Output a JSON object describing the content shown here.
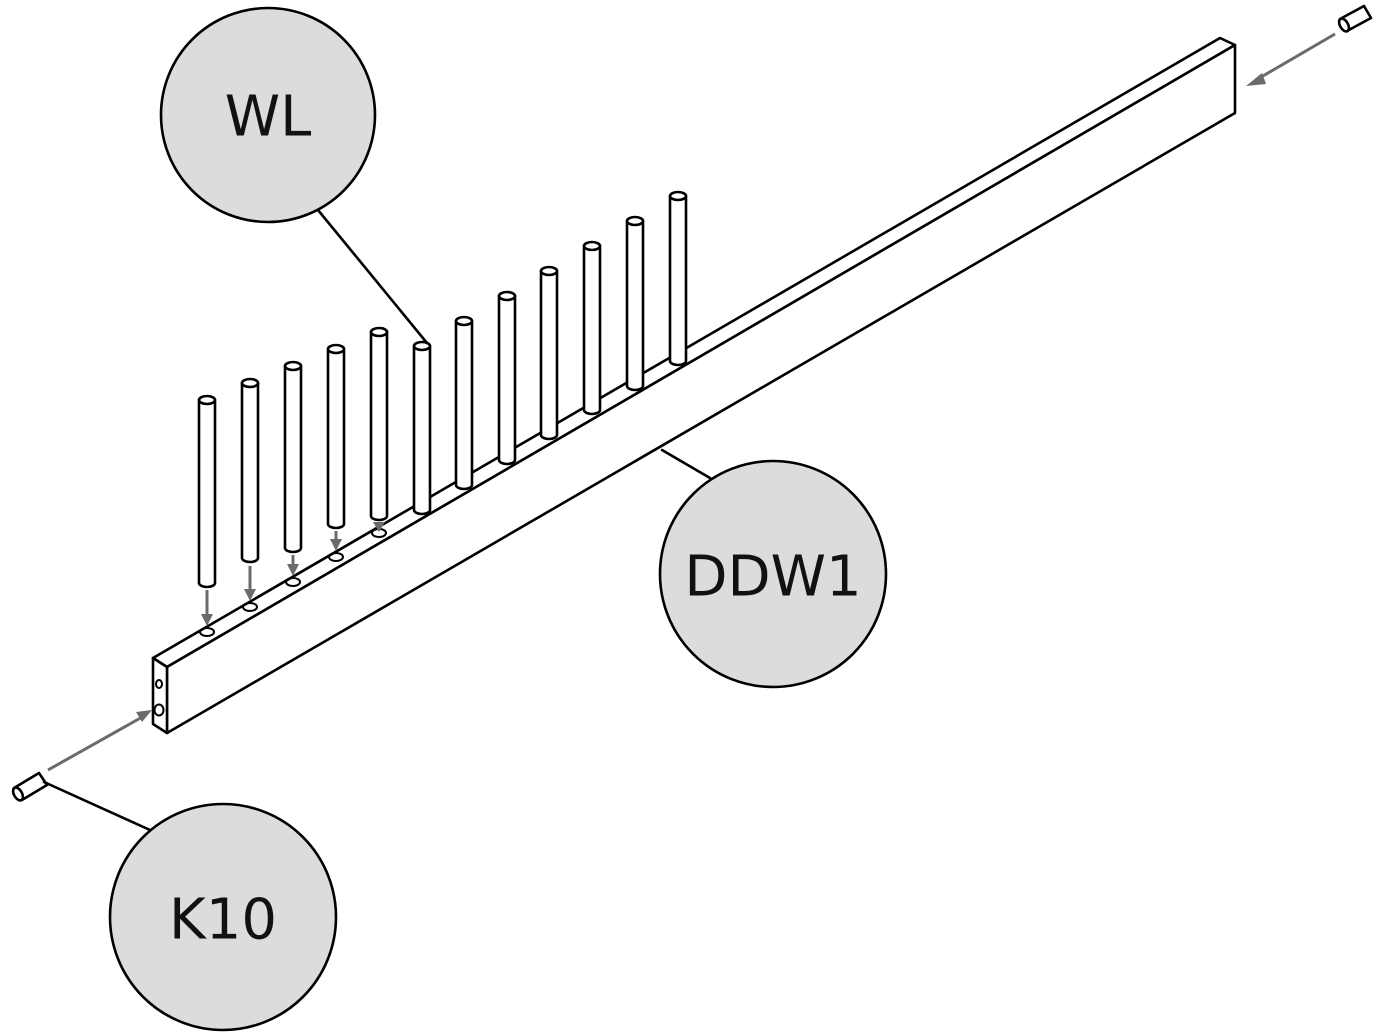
{
  "callouts": {
    "wl": "WL",
    "ddw1": "DDW1",
    "k10": "K10"
  },
  "colors": {
    "line": "#000000",
    "callout_fill": "#dcdcdc",
    "arrow": "#6b6b6b",
    "background": "#ffffff"
  }
}
